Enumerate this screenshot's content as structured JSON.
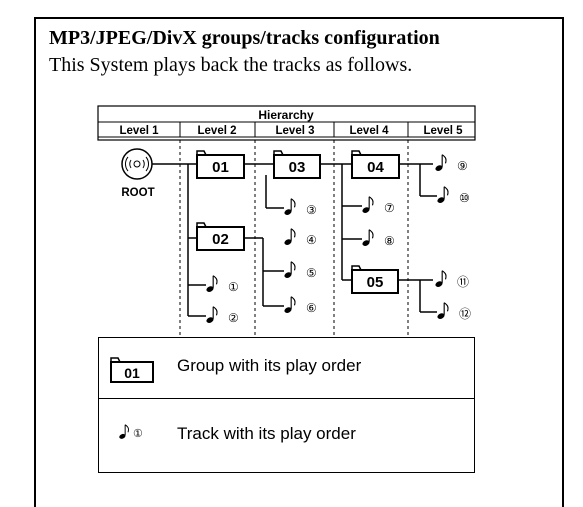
{
  "document": {
    "title": "MP3/JPEG/DivX groups/tracks configuration",
    "subtitle": "This System plays back the tracks as follows."
  },
  "hierarchy": {
    "header": "Hierarchy",
    "levels": [
      "Level 1",
      "Level 2",
      "Level 3",
      "Level 4",
      "Level 5"
    ],
    "root_label": "ROOT",
    "groups": [
      "01",
      "02",
      "03",
      "04",
      "05"
    ],
    "tracks": [
      "①",
      "②",
      "③",
      "④",
      "⑤",
      "⑥",
      "⑦",
      "⑧",
      "⑨",
      "⑩",
      "⑪",
      "⑫"
    ]
  },
  "legend": {
    "group_sample": "01",
    "group_text": "Group with its play order",
    "track_sample": "①",
    "track_text": "Track with its play order"
  },
  "icons": {
    "root": "disc-icon",
    "group": "folder-icon",
    "track": "music-note-icon"
  }
}
